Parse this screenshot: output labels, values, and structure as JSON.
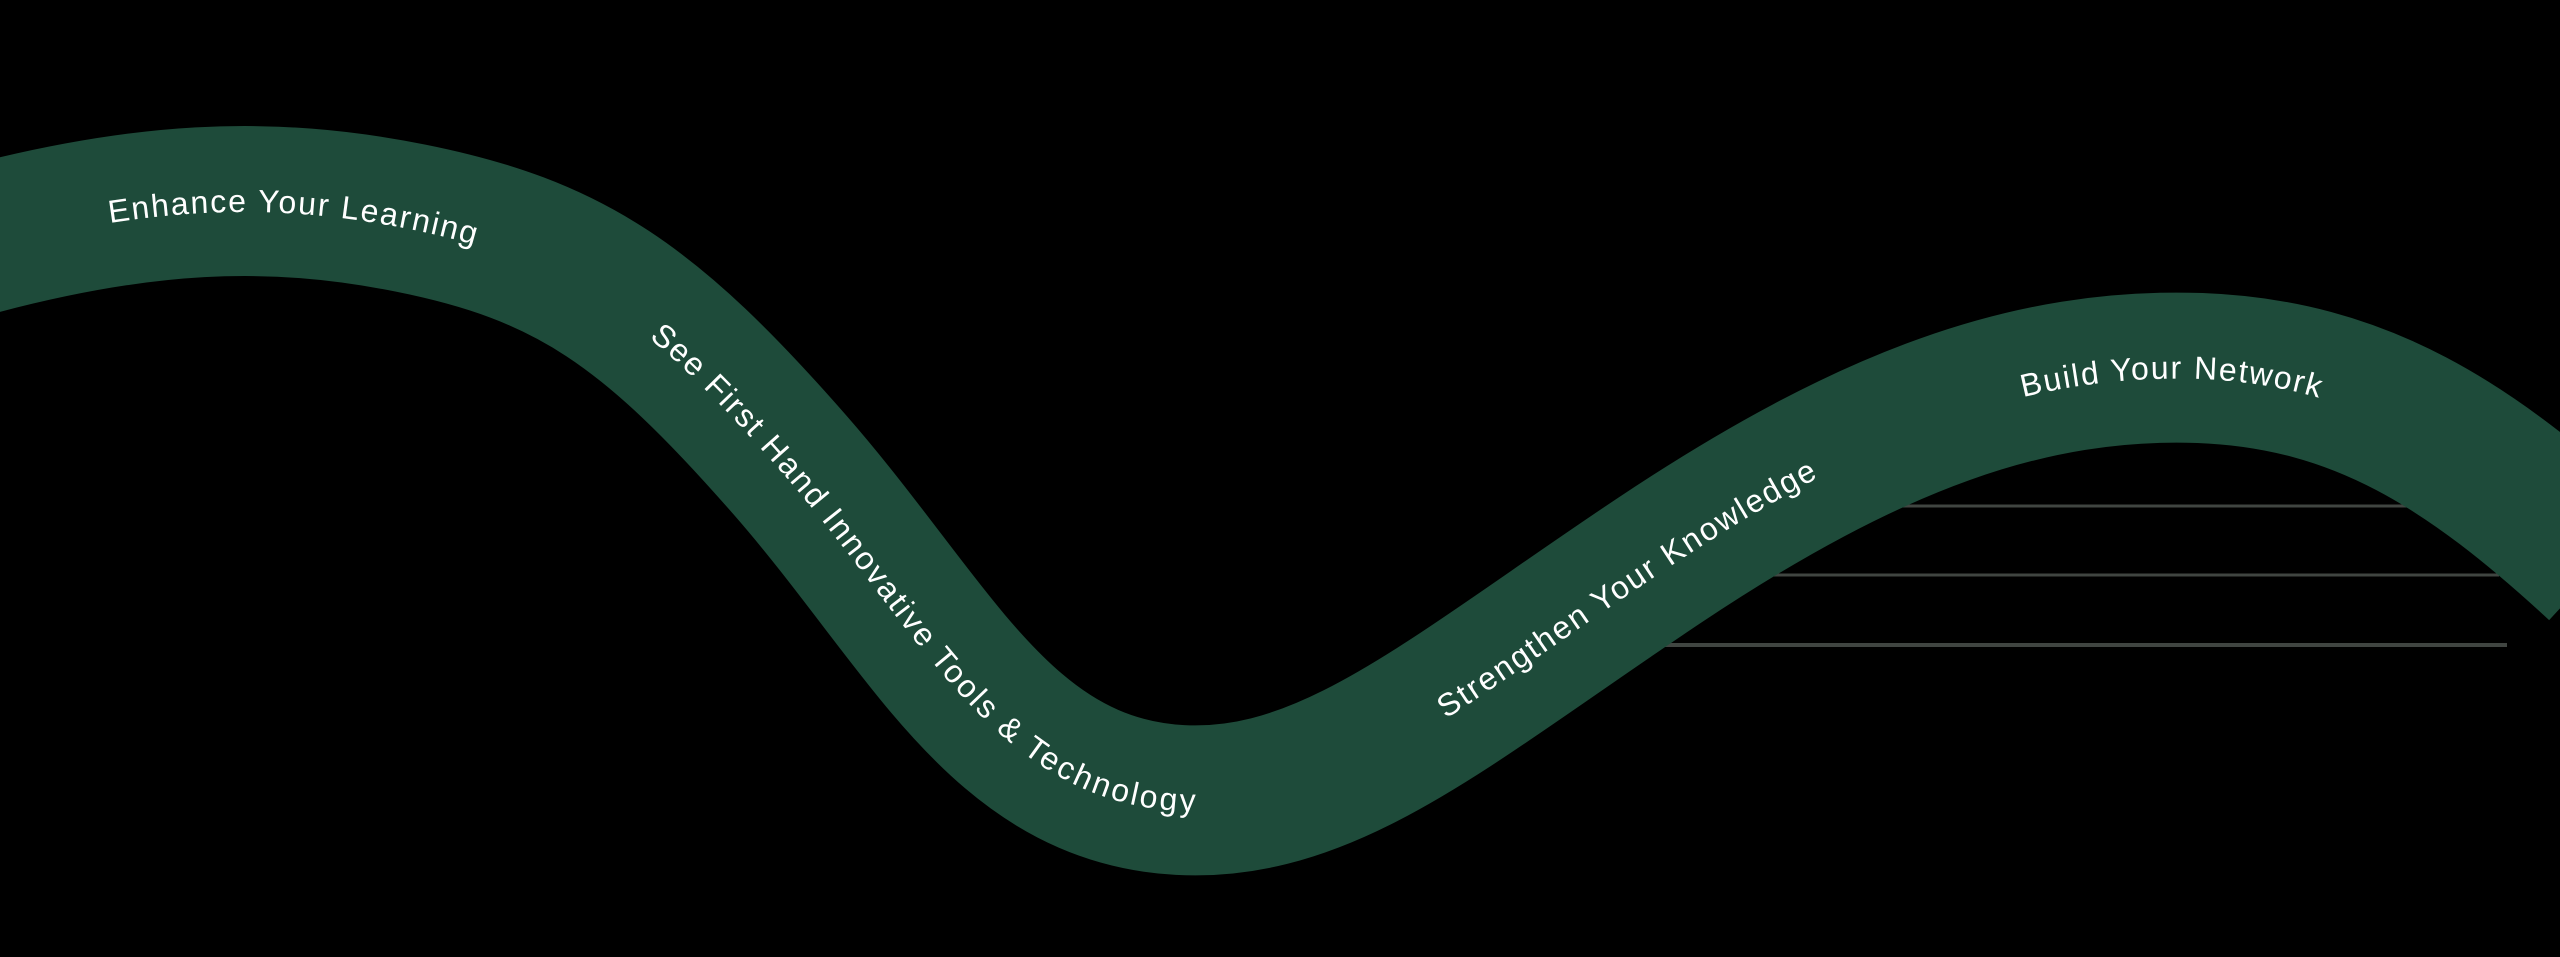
{
  "canvas": {
    "background_color": "#000000",
    "ribbon_color": "#1e4b3a",
    "label_color": "#ffffff",
    "decor_line_color": "#404541"
  },
  "labels": [
    {
      "text": "Enhance Your Learning"
    },
    {
      "text": "See First Hand Innovative Tools & Technology"
    },
    {
      "text": "Strengthen Your Knowledge"
    },
    {
      "text": "Build Your Network"
    }
  ]
}
